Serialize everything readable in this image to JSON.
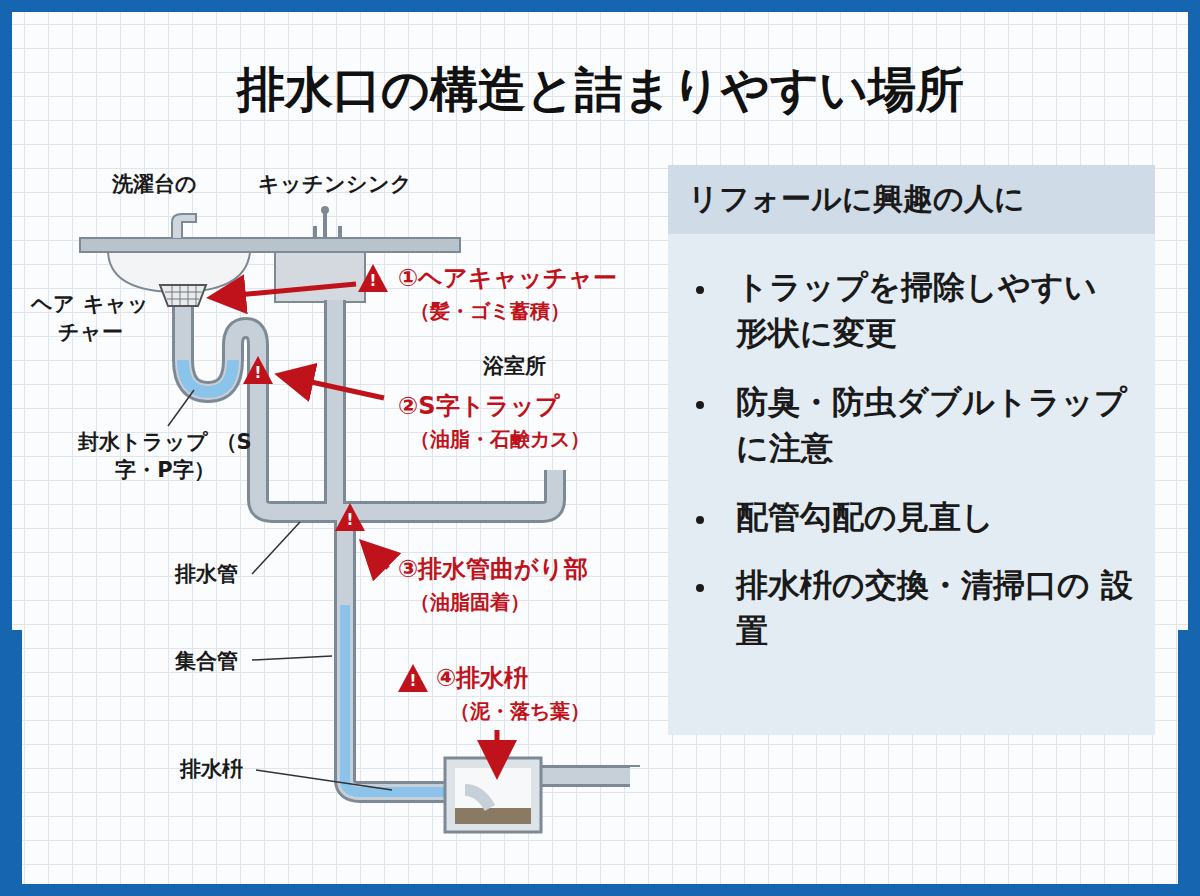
{
  "diagram": {
    "title": "排水口の構造と詰まりやすい場所",
    "nodes": [
      {
        "text": [
          "リフォールに興趣の人に",
          "トラップを掃除しやすい 形状に変更",
          "防臭・防虫ダブルトラップ に注意",
          "配管勾配の見直し",
          "排水枡の交換・清掃口の 設置"
        ]
      }
    ],
    "labels": [
      "洗濯台の",
      "キッチンシンク",
      "ヘア キャッチャー",
      "!",
      "①ヘアキャッチャー",
      "（髪・ゴミ蓄積）",
      "浴室所",
      "封水トラップ （S字・P字）",
      "!",
      "②S字トラップ",
      "（油脂・石鹸カス）",
      "排水管",
      "!",
      "③排水管曲がり部",
      "（油脂固着）",
      "集合管",
      "!",
      "④排水枡",
      "（泥・落ち葉）",
      "排水枡"
    ]
  }
}
